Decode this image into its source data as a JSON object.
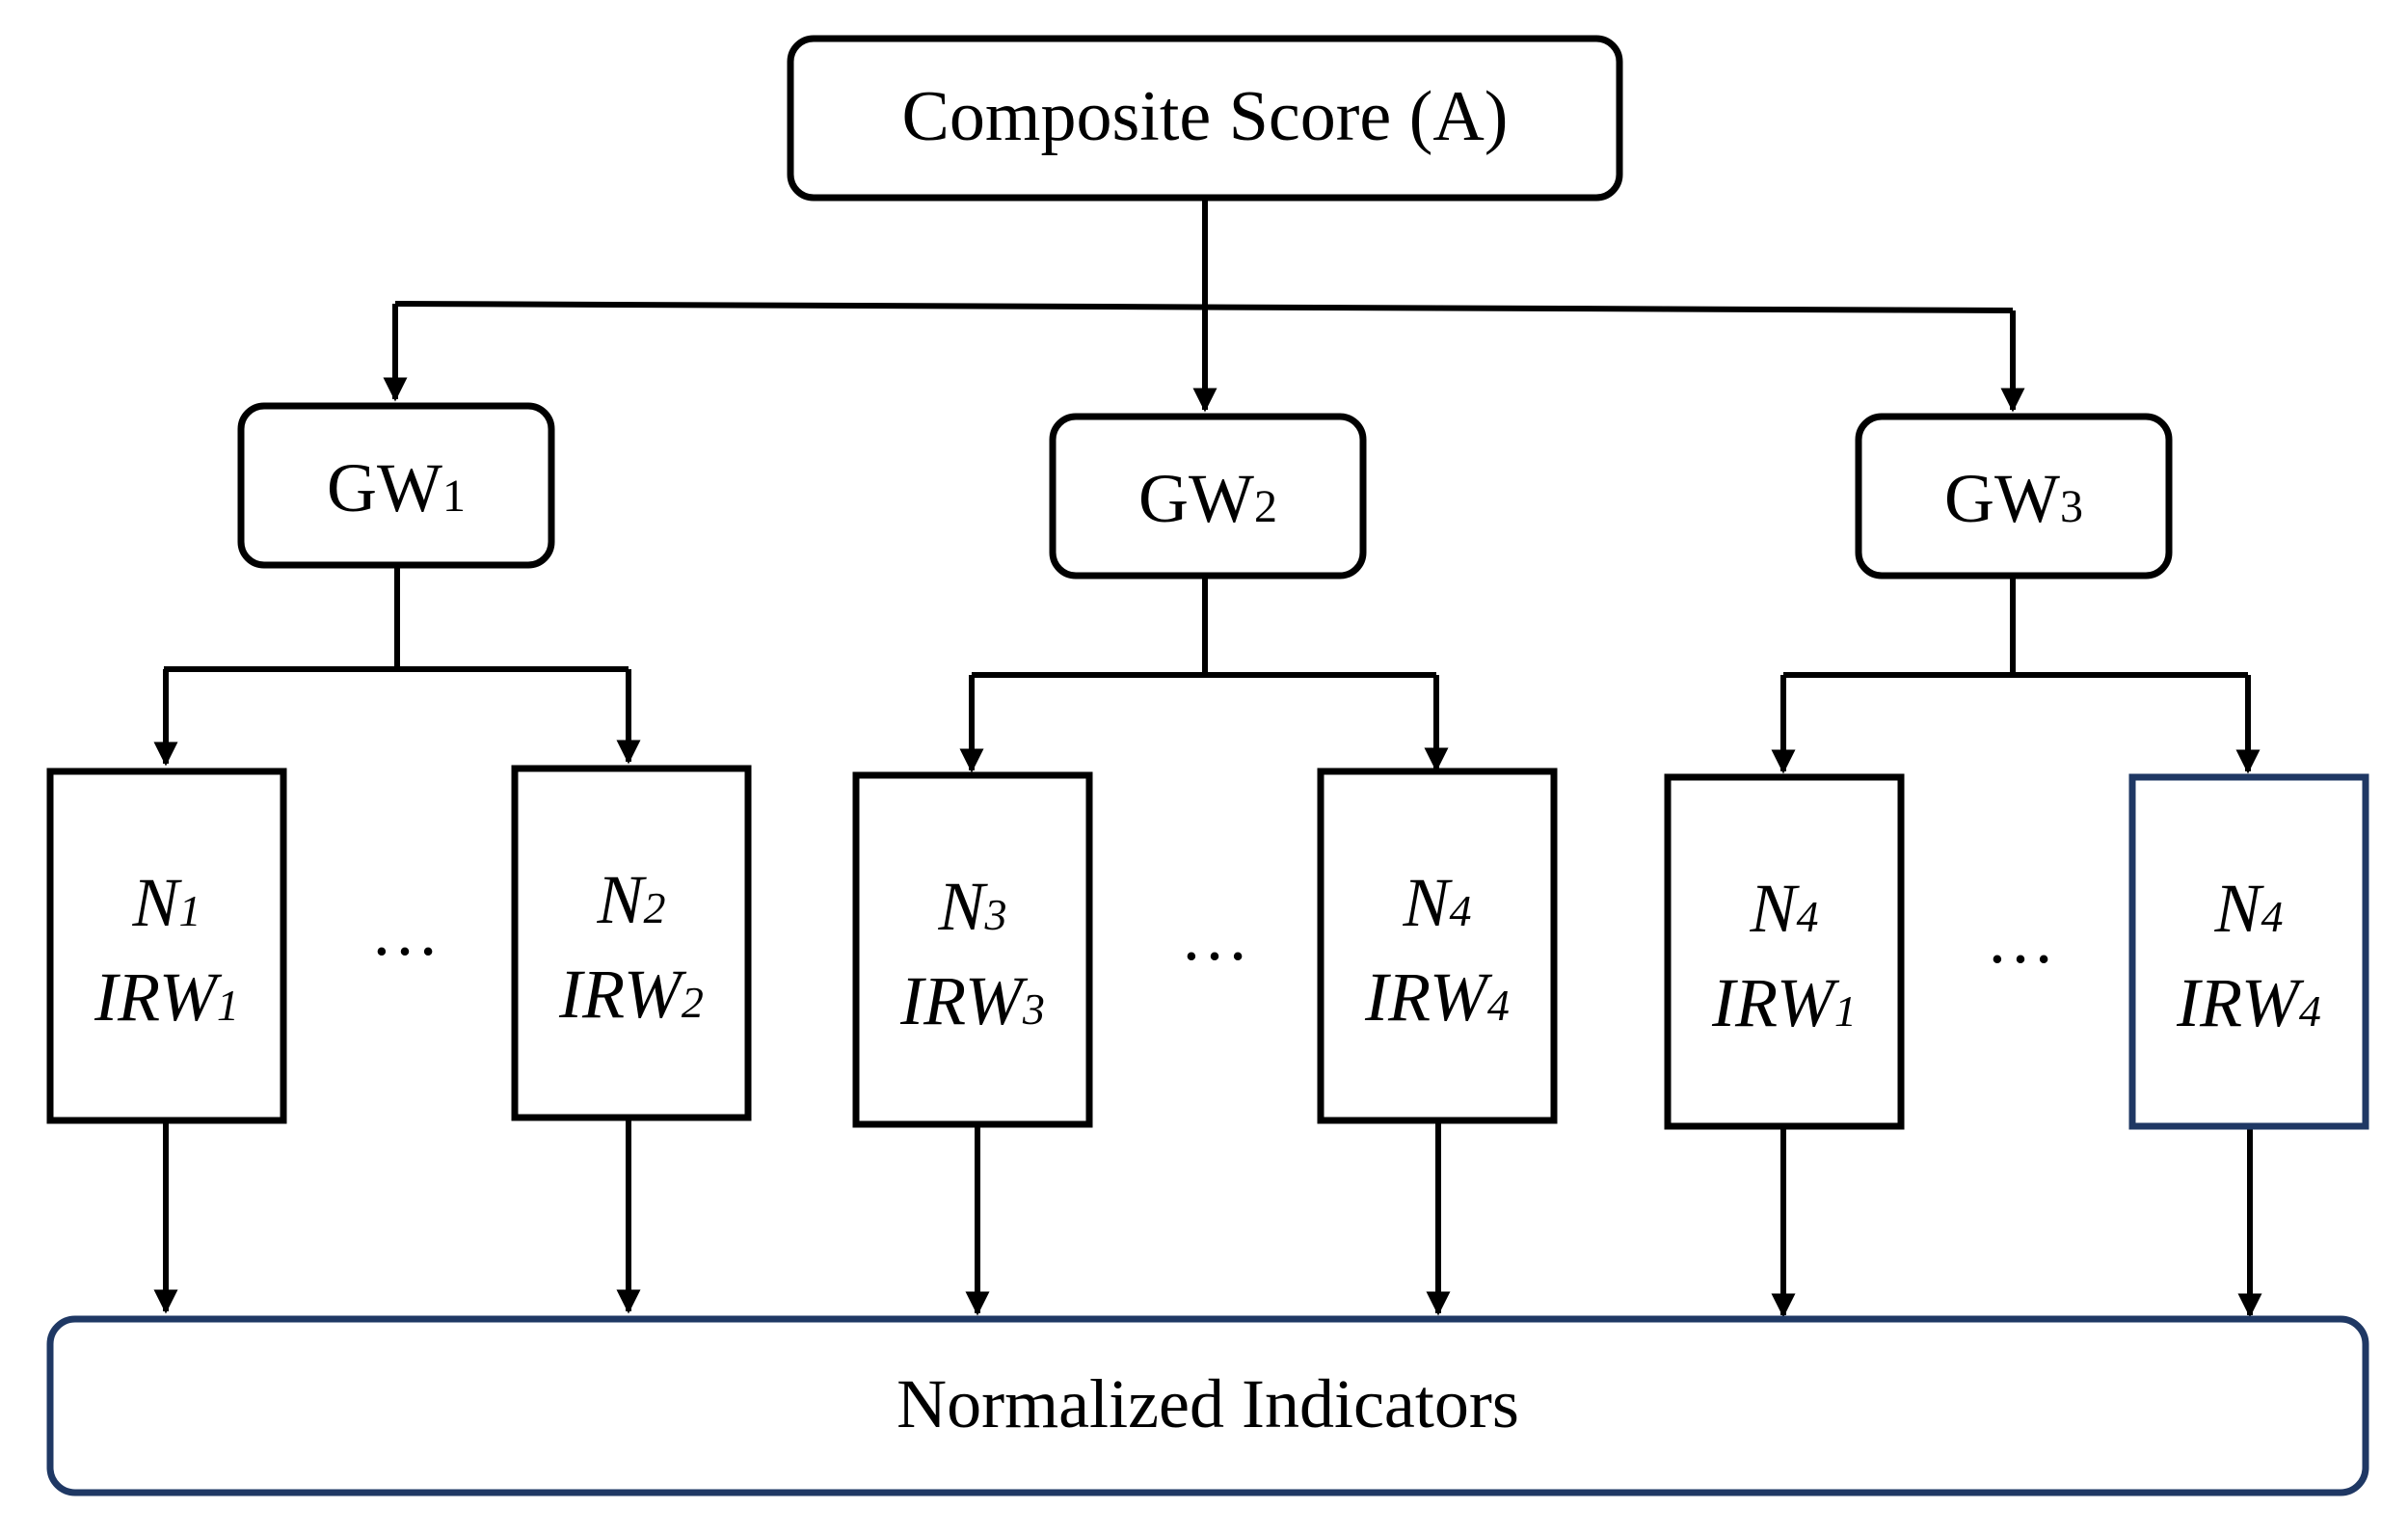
{
  "top_node": {
    "label": "Composite Score (A)"
  },
  "groups": [
    {
      "label": "GW",
      "sub": "1"
    },
    {
      "label": "GW",
      "sub": "2"
    },
    {
      "label": "GW",
      "sub": "3"
    }
  ],
  "indicators": [
    {
      "n": "N",
      "n_sub": "1",
      "irw": "IRW",
      "irw_sub": "1"
    },
    {
      "n": "N",
      "n_sub": "2",
      "irw": "IRW",
      "irw_sub": "2"
    },
    {
      "n": "N",
      "n_sub": "3",
      "irw": "IRW",
      "irw_sub": "3"
    },
    {
      "n": "N",
      "n_sub": "4",
      "irw": "IRW",
      "irw_sub": "4"
    },
    {
      "n": "N",
      "n_sub": "4",
      "irw": "IRW",
      "irw_sub": "1"
    },
    {
      "n": "N",
      "n_sub": "4",
      "irw": "IRW",
      "irw_sub": "4"
    }
  ],
  "ellipsis": "…",
  "bottom_node": {
    "label": "Normalized Indicators"
  },
  "colors": {
    "line": "#000000",
    "box_border": "#000000",
    "accent_border": "#1f3864"
  }
}
